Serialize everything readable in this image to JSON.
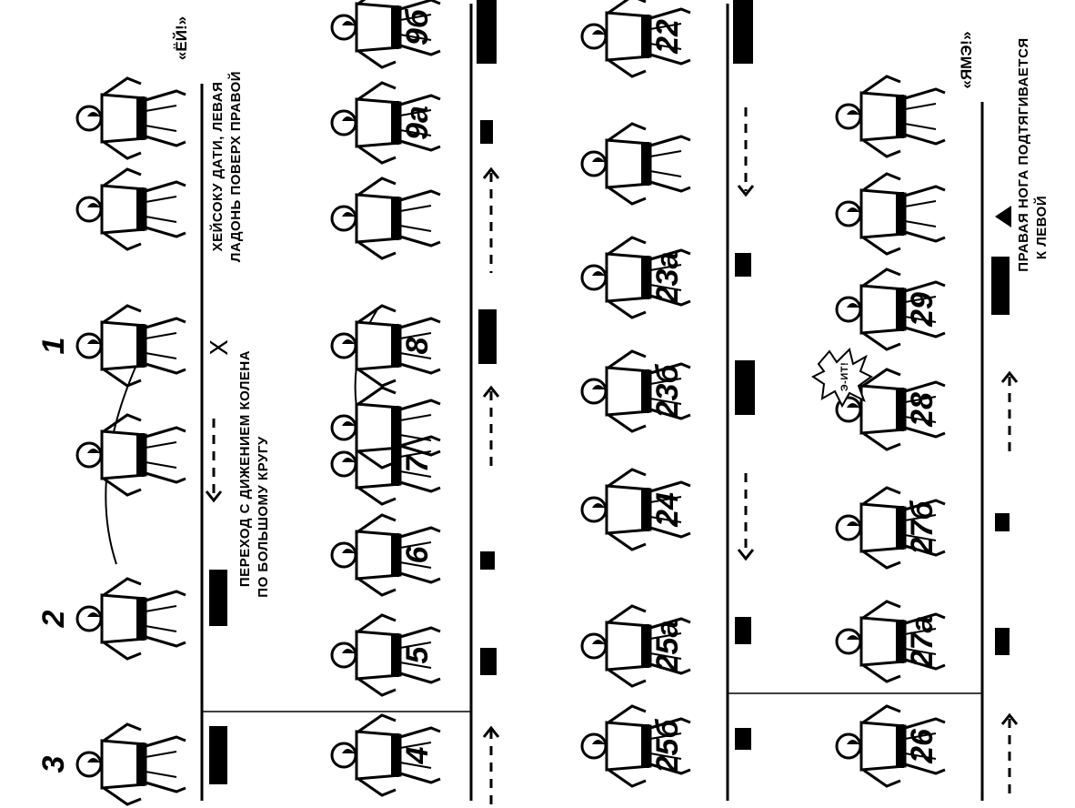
{
  "captions": {
    "ei": "«ЁЙ!»",
    "yame": "«ЯМЭ!»",
    "heisoku_line1": "ХЕЙСОКУ ДАТИ, ЛЕВАЯ",
    "heisoku_line2": "ЛАДОНЬ ПОВЕРХ ПРАВОЙ",
    "transition_line1": "ПЕРЕХОД С ДИЖЕНИЕМ КОЛЕНА",
    "transition_line2": "ПО БОЛЬШОМУ КРУГУ",
    "right_leg_line1": "ПРАВАЯ НОГА ПОДТЯГИВАЕТСЯ",
    "right_leg_line2": "К ЛЕВОЙ",
    "kiai": "Э-ИТ!",
    "x_mark": "X"
  },
  "strips": [
    {
      "name": "strip-1",
      "figures": [
        {
          "label": "3"
        },
        {
          "label": "2"
        },
        {
          "label": ""
        },
        {
          "label": "1"
        },
        {
          "label": ""
        },
        {
          "label": ""
        }
      ]
    },
    {
      "name": "strip-2",
      "figures": [
        {
          "label": "4"
        },
        {
          "label": "5"
        },
        {
          "label": "6"
        },
        {
          "label": "7"
        },
        {
          "label": ""
        },
        {
          "label": "8"
        },
        {
          "label": ""
        },
        {
          "label": "9а"
        },
        {
          "label": "9б"
        }
      ]
    },
    {
      "name": "strip-3",
      "figures": [
        {
          "label": "25б"
        },
        {
          "label": "25а"
        },
        {
          "label": "24"
        },
        {
          "label": "23б"
        },
        {
          "label": "23а"
        },
        {
          "label": ""
        },
        {
          "label": "22"
        }
      ]
    },
    {
      "name": "strip-4",
      "figures": [
        {
          "label": "26"
        },
        {
          "label": "27а"
        },
        {
          "label": "27б"
        },
        {
          "label": "28"
        },
        {
          "label": "29"
        },
        {
          "label": ""
        },
        {
          "label": ""
        }
      ]
    }
  ]
}
